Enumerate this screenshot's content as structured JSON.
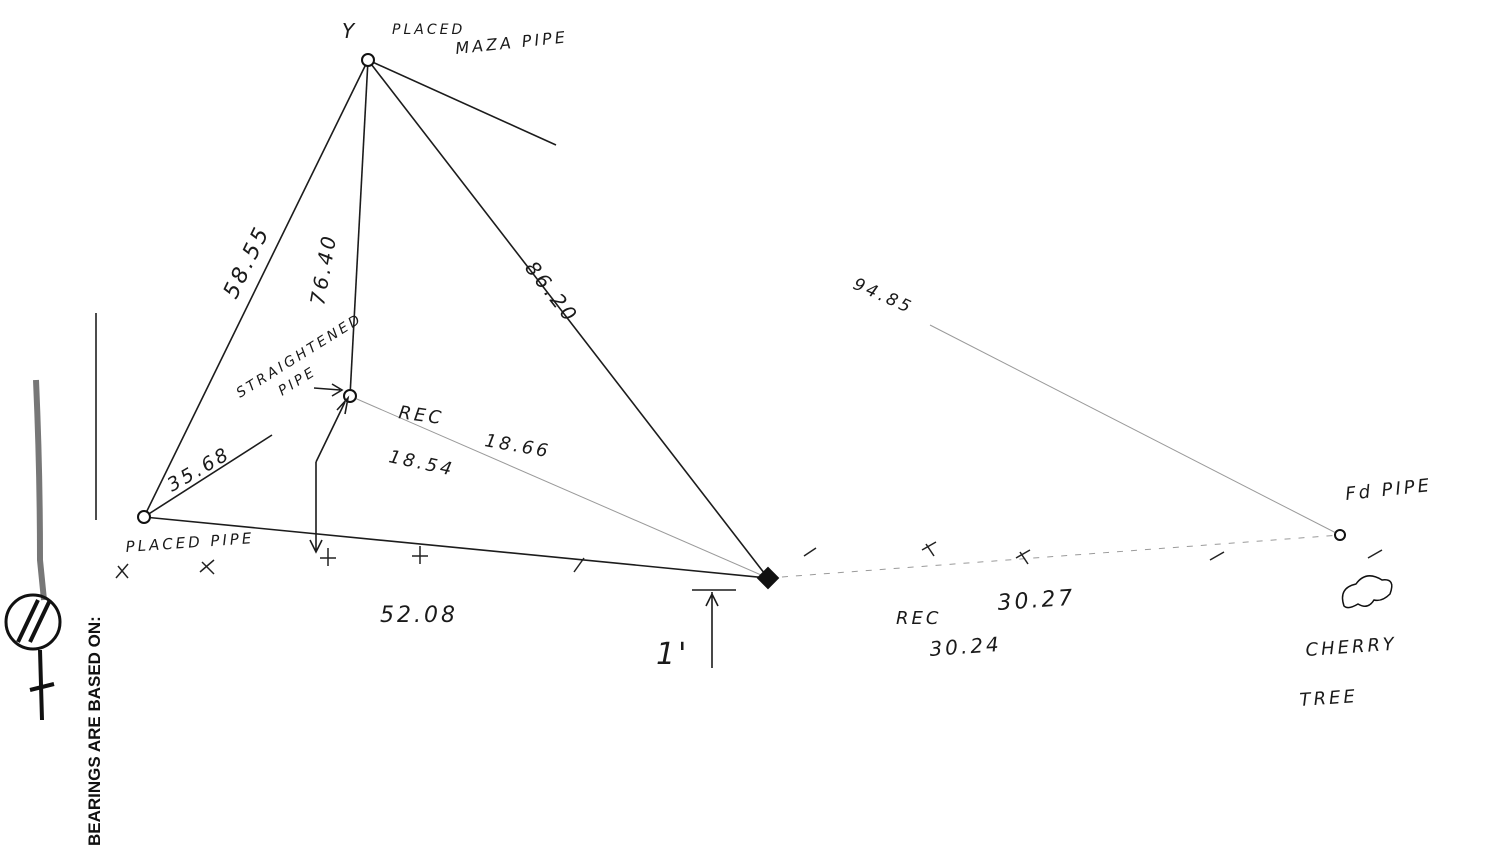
{
  "left_margin": {
    "bearings_text": "BEARINGS ARE BASED ON:"
  },
  "points": {
    "top": {
      "letter": "Y",
      "label_line1": "PLACED",
      "label_line2": "MAZA PIPE"
    },
    "straightened": {
      "label_line1": "STRAIGHTENED",
      "label_line2": "PIPE"
    },
    "left": {
      "label": "PLACED PIPE"
    },
    "right": {
      "label": "Fd PIPE"
    }
  },
  "distances": {
    "top_left": "58.55",
    "top_straightened": "76.40",
    "top_center": "86.20",
    "left_straightened": "35.68",
    "rec_label": "REC",
    "rec_short": "18.66",
    "short": "18.54",
    "left_center": "52.08",
    "center_right_far": "94.85",
    "rec_long": "30.27",
    "long": "30.24"
  },
  "annotations": {
    "dim_foot": "1'",
    "tree_line1": "CHERRY",
    "tree_line2": "TREE"
  }
}
